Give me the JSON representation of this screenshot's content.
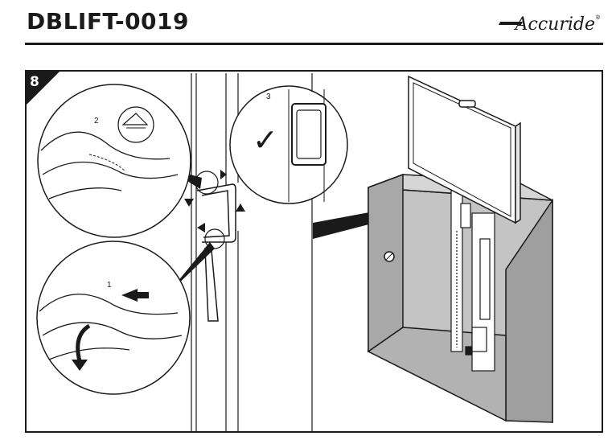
{
  "header": {
    "title": "DBLIFT-0019",
    "brand": "Accuride",
    "brand_mark": "®"
  },
  "step": {
    "number": "8"
  },
  "callouts": {
    "one": "1",
    "two": "2",
    "three": "3",
    "checkmark": "✓"
  },
  "colors": {
    "ink": "#1a1a1a",
    "cabinet_fill": "#bfbfbf",
    "cabinet_dark": "#9a9a9a",
    "screen_fill": "#ffffff"
  }
}
